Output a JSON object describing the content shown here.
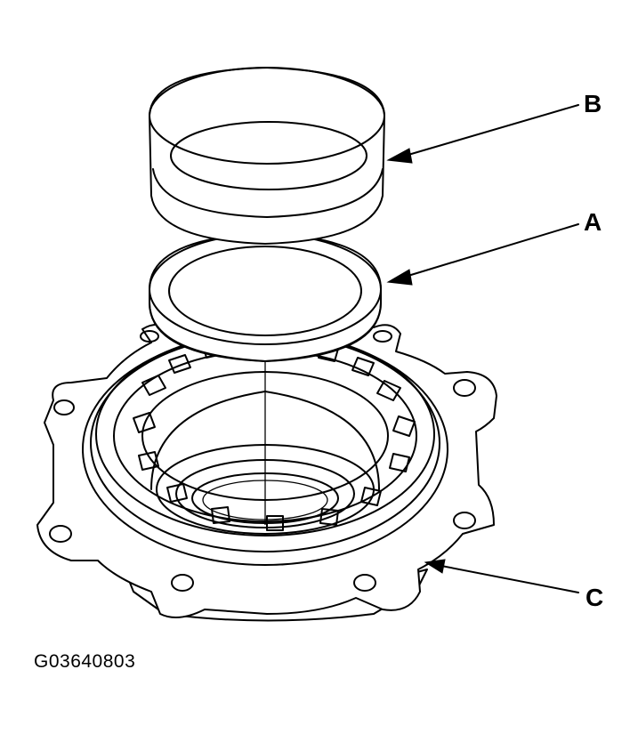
{
  "labels": {
    "b": "B",
    "a": "A",
    "c": "C"
  },
  "figure_id": "G03640803",
  "parts": [
    {
      "key": "b",
      "shape": "cylindrical-sleeve"
    },
    {
      "key": "a",
      "shape": "flat-ring"
    },
    {
      "key": "c",
      "shape": "flanged-housing-with-bolt-holes"
    }
  ]
}
